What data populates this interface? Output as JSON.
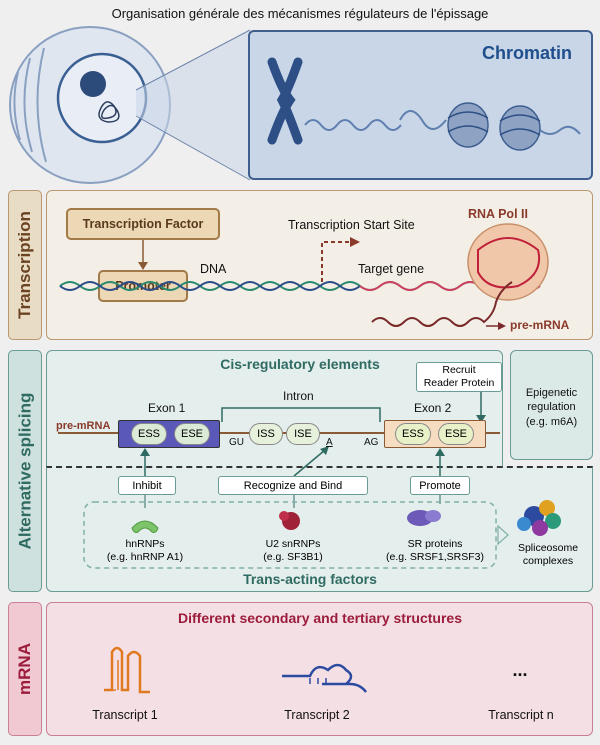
{
  "page_title": "Organisation générale des mécanismes régulateurs de l'épissage",
  "chromatin": {
    "title": "Chromatin"
  },
  "transcription": {
    "side_label": "Transcription",
    "transcription_factor": "Transcription Factor",
    "promoter": "Promoter",
    "dna": "DNA",
    "tss": "Transcription Start Site",
    "target_gene": "Target gene",
    "rna_pol": "RNA Pol II",
    "pre_mrna": "pre-mRNA"
  },
  "splicing": {
    "side_label": "Alternative splicing",
    "cis_title": "Cis-regulatory elements",
    "trans_title": "Trans-acting factors",
    "pre_mrna": "pre-mRNA",
    "exon1": "Exon 1",
    "exon2": "Exon 2",
    "intron": "Intron",
    "ess": "ESS",
    "ese": "ESE",
    "iss": "ISS",
    "ise": "ISE",
    "gu": "GU",
    "a": "A",
    "ag": "AG",
    "recruit": "Recruit\nReader Protein",
    "epigenetic": "Epigenetic\nregulation\n(e.g. m6A)",
    "inhibit": "Inhibit",
    "recognize": "Recognize and Bind",
    "promote": "Promote",
    "hnrnps": "hnRNPs\n(e.g. hnRNP A1)",
    "u2": "U2 snRNPs\n(e.g. SF3B1)",
    "sr": "SR proteins\n(e.g. SRSF1,SRSF3)",
    "spliceosome": "Spliceosome\ncomplexes"
  },
  "mrna": {
    "side_label": "mRNA",
    "title": "Different secondary and tertiary structures",
    "t1": "Transcript 1",
    "t2": "Transcript 2",
    "ellipsis": "...",
    "tn": "Transcript n"
  },
  "colors": {
    "chromatin_bg": "#c9d6e8",
    "chromatin_title": "#1f4e8c",
    "transcription_bg": "#f4efe6",
    "transcription_side": "#e9dcc5",
    "transcription_accent": "#8a5a35",
    "splicing_bg": "#e4eeec",
    "splicing_side": "#cfe1de",
    "splicing_accent": "#2f6b63",
    "mrna_bg": "#f4dfe4",
    "mrna_side": "#f0c9d2",
    "mrna_accent": "#9b1c3b",
    "exon1": "#5a58b8",
    "exon2": "#f6ddc1"
  }
}
